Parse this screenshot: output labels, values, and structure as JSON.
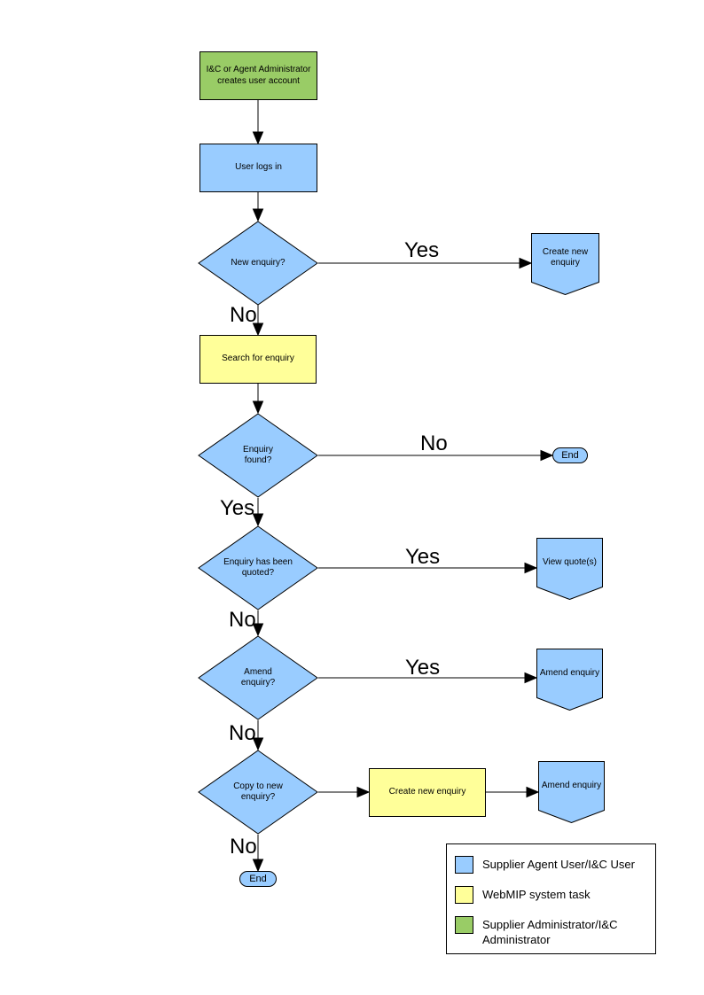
{
  "colors": {
    "user_task_blue": "#99CCFF",
    "system_task_yellow": "#FFFF99",
    "admin_task_green": "#99CC66",
    "line": "#000000"
  },
  "nodes": {
    "create_account": {
      "label": "I&C or Agent Administrator creates user account"
    },
    "user_logs_in": {
      "label": "User logs in"
    },
    "new_enquiry_q": {
      "label": "New enquiry?"
    },
    "create_new_enquiry_offpage": {
      "label": "Create new enquiry"
    },
    "search_for_enquiry": {
      "label": "Search for enquiry"
    },
    "enquiry_found_q": {
      "label": "Enquiry found?"
    },
    "end_1": {
      "label": "End"
    },
    "enquiry_quoted_q": {
      "label": "Enquiry has been quoted?"
    },
    "view_quotes": {
      "label": "View quote(s)"
    },
    "amend_enquiry_q": {
      "label": "Amend enquiry?"
    },
    "amend_enquiry_offpage_1": {
      "label": "Amend enquiry"
    },
    "copy_to_new_q": {
      "label": "Copy to new enquiry?"
    },
    "create_new_enquiry_task": {
      "label": "Create new enquiry"
    },
    "amend_enquiry_offpage_2": {
      "label": "Amend enquiry"
    },
    "end_2": {
      "label": "End"
    }
  },
  "edge_labels": {
    "new_enquiry_yes": "Yes",
    "new_enquiry_no": "No",
    "enquiry_found_no": "No",
    "enquiry_found_yes": "Yes",
    "quoted_yes": "Yes",
    "quoted_no": "No",
    "amend_yes": "Yes",
    "amend_no": "No",
    "copy_no": "No"
  },
  "legend": {
    "items": [
      {
        "color": "#99CCFF",
        "label": "Supplier Agent User/I&C User"
      },
      {
        "color": "#FFFF99",
        "label": "WebMIP system task"
      },
      {
        "color": "#99CC66",
        "label": "Supplier Administrator/I&C Administrator"
      }
    ]
  }
}
